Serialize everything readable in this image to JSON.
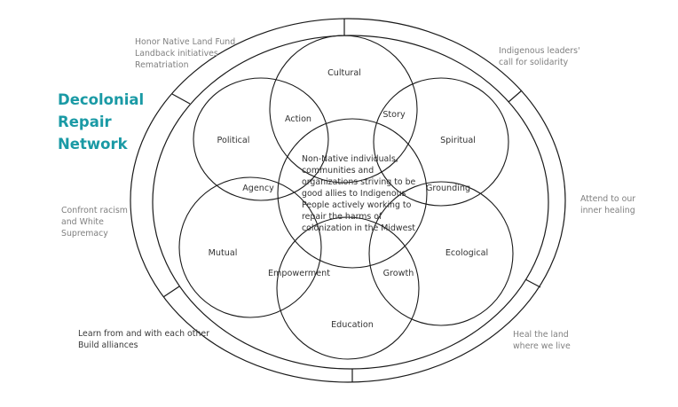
{
  "title": {
    "lines": [
      "Decolonial",
      "Repair",
      "Network"
    ],
    "color": "#1a9aa5"
  },
  "center": {
    "lines": [
      "Non-Native individuals,",
      "communities and",
      "organizations striving to be",
      "good allies to Indigenous",
      "People actively working to",
      "repair the harms of",
      "colonization in the Midwest"
    ]
  },
  "petals": [
    {
      "id": "cultural",
      "label": "Cultural"
    },
    {
      "id": "spiritual",
      "label": "Spiritual"
    },
    {
      "id": "ecological",
      "label": "Ecological"
    },
    {
      "id": "education",
      "label": "Education"
    },
    {
      "id": "mutual",
      "label": "Mutual"
    },
    {
      "id": "political",
      "label": "Political"
    }
  ],
  "overlaps": [
    {
      "id": "action",
      "label": "Action"
    },
    {
      "id": "story",
      "label": "Story"
    },
    {
      "id": "grounding",
      "label": "Grounding"
    },
    {
      "id": "growth",
      "label": "Growth"
    },
    {
      "id": "empowerment",
      "label": "Empowerment"
    },
    {
      "id": "agency",
      "label": "Agency"
    }
  ],
  "outer_labels": {
    "top_left": [
      "Honor Native Land Fund",
      "Landback initiatives",
      "Rematriation"
    ],
    "top_right": [
      "Indigenous leaders'",
      "call for solidarity"
    ],
    "right": [
      "Attend to our",
      "inner healing"
    ],
    "bottom_right": [
      "Heal the land",
      "where we live"
    ],
    "bottom_left": [
      "Learn from and with each other",
      "Build alliances"
    ],
    "left": [
      "Confront racism",
      "and White",
      "Supremacy"
    ]
  }
}
